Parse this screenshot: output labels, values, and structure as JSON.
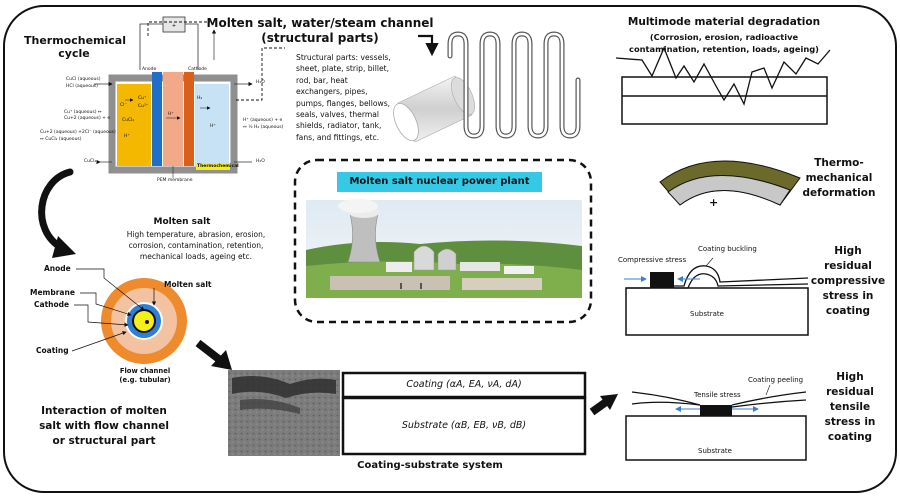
{
  "thermochemical": {
    "title_line1": "Thermochemical",
    "title_line2": "cycle",
    "label_anode": "Anode",
    "label_cathode": "Cathode",
    "label_membrane": "PEM membrane",
    "label_thermochemical": "Thermochemical",
    "species": {
      "cucl_aq": "CuCl (aqueous)",
      "hcl_aq": "HCl (aqueous)",
      "h2o_top": "H₂O",
      "h2o_bottom": "H₂O",
      "cucl2_bottom": "CuCl₂",
      "eq1": "Cu⁺ (aqueous) ↔",
      "eq2": "Cu+2 (aqueous) + e",
      "eq3": "Cu+2 (aqueous) +2Cl⁻ (aqueous)",
      "eq4": "↔ CuCl₂ (aqueous)",
      "eq_right1": "H⁺ (aqueous) + e",
      "eq_right2": "↔ ½ H₂ (aqueous)",
      "ion_cl": "Cl⁻",
      "ion_cu2": "Cu²⁺",
      "ion_cucl2": "CuCl₂",
      "ion_hplus": "H⁺",
      "ion_cu": "Cu⁺",
      "ion_h2": "H₂",
      "ion_h_mid": "H⁺",
      "ion_h_right": "H⁺"
    }
  },
  "channel": {
    "title_line1": "Molten salt, water/steam channel",
    "title_line2": "(structural parts)",
    "description_lines": [
      "Structural parts: vessels,",
      "sheet, plate, strip, billet,",
      "rod, bar, heat",
      "exchangers, pipes,",
      "pumps, flanges, bellows,",
      "seals, valves, thermal",
      "shields, radiator, tank,",
      "fans, and fittings, etc."
    ]
  },
  "degradation": {
    "title": "Multimode material degradation",
    "subtitle_line1": "(Corrosion, erosion, radioactive",
    "subtitle_line2": "contamination, retention, loads, ageing)"
  },
  "power_plant": {
    "label": "Molten salt nuclear power plant"
  },
  "thermo_mech": {
    "title_line1": "Thermo-",
    "title_line2": "mechanical",
    "title_line3": "deformation",
    "minus_sign": "−",
    "plus_sign": "+"
  },
  "molten_salt": {
    "title": "Molten salt",
    "description_lines": [
      "High temperature, abrasion, erosion,",
      "corrosion, contamination, retention,",
      "mechanical loads, ageing etc."
    ],
    "label_anode": "Anode",
    "label_membrane": "Membrane",
    "label_cathode": "Cathode",
    "label_coating": "Coating",
    "label_molten_salt": "Molten salt",
    "flow_channel_line1": "Flow channel",
    "flow_channel_line2": "(e.g. tubular)"
  },
  "interaction": {
    "line1": "Interaction of molten",
    "line2": "salt with flow channel",
    "line3": "or structural part"
  },
  "compressive": {
    "label_compressive_stress": "Compressive stress",
    "label_coating_buckling": "Coating buckling",
    "label_substrate": "Substrate",
    "title_line1": "High",
    "title_line2": "residual",
    "title_line3": "compressive",
    "title_line4": "stress in",
    "title_line5": "coating"
  },
  "coating_system": {
    "coating_layer": "Coating (αA, EA, νA, dA)",
    "substrate_layer": "Substrate (αB, EB, νB, dB)",
    "caption": "Coating-substrate system"
  },
  "tensile": {
    "label_tensile_stress": "Tensile stress",
    "label_coating_peeling": "Coating peeling",
    "label_substrate": "Substrate",
    "title_line1": "High",
    "title_line2": "residual",
    "title_line3": "tensile",
    "title_line4": "stress in",
    "title_line5": "coating"
  },
  "colors": {
    "frame": "#111111",
    "anode_yellow": "#f5b800",
    "blue_electrode": "#1f6fc9",
    "pem_salmon": "#f2a98a",
    "cathode_orange": "#d9601a",
    "catholyte_blue": "#c6e2f4",
    "cell_grey": "#8f8f8f",
    "banner_cyan": "#35c9e6",
    "arc_olive": "#6b6a2a",
    "arc_grey": "#c8c8c8",
    "tube_orange": "#ee8b2d",
    "tube_peach": "#f3c2a0",
    "tube_blue": "#2f7fd8",
    "tube_yellow": "#f6ee17",
    "arrow_blue": "#3a7fd0"
  }
}
